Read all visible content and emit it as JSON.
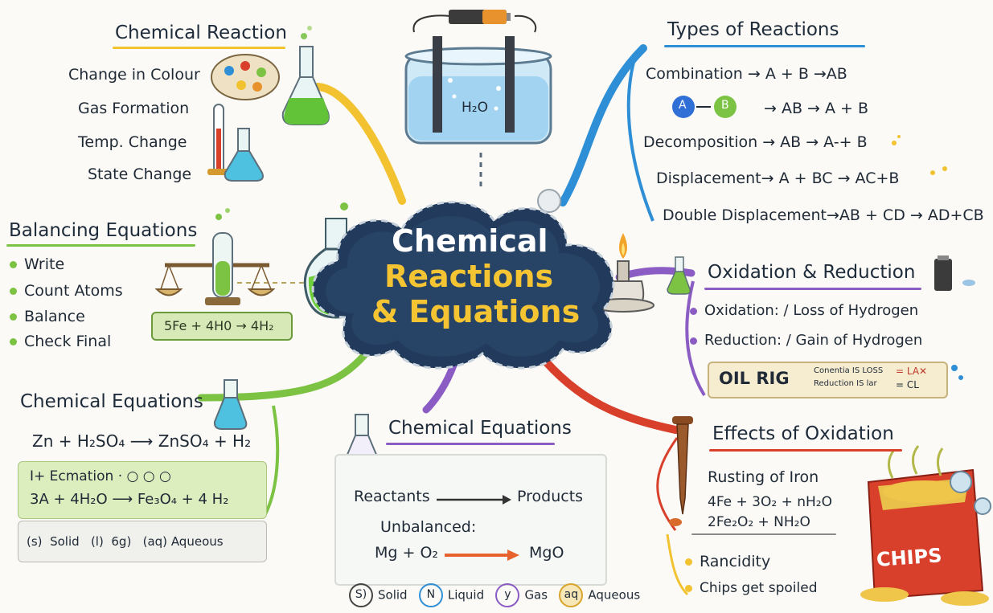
{
  "center": {
    "title_line1": "Chemical",
    "title_line2": "Reactions",
    "title_line3": "& Equations"
  },
  "beaker_label": "H₂O",
  "chemical_reaction": {
    "heading": "Chemical Reaction",
    "items": [
      "Change in Colour",
      "Gas Formation",
      "Temp. Change",
      "State Change"
    ]
  },
  "balancing": {
    "heading": "Balancing Equations",
    "items": [
      "Write",
      "Count Atoms",
      "Balance",
      "Check Final"
    ],
    "board_text": "5Fe + 4H0 → 4H₂"
  },
  "chem_equations_left": {
    "heading": "Chemical Equations",
    "equation": "Zn + H₂SO₄ ⟶ ZnSO₄ + H₂",
    "panel_line1": "I+ Ecmation · ○ ○ ○",
    "panel_line2": "3A + 4H₂O ⟶ Fe₃O₄ + 4 H₂",
    "states": [
      "(s)",
      "Solid",
      "(l)",
      "6g)",
      "(aq)",
      "Aqueous"
    ]
  },
  "chem_equations_center": {
    "heading": "Chemical Equations",
    "reactants": "Reactants",
    "products": "Products",
    "unbalanced_label": "Unbalanced:",
    "unbalanced_left": "Mg + O₂",
    "unbalanced_right": "MgO",
    "legend": [
      {
        "symbol": "S)",
        "label": "Solid"
      },
      {
        "symbol": "N",
        "label": "Liquid"
      },
      {
        "symbol": "y",
        "label": "Gas"
      },
      {
        "symbol": "aq",
        "label": "Aqueous"
      }
    ]
  },
  "types": {
    "heading": "Types of Reactions",
    "combination": "Combination → A + B →AB",
    "combo_a": "A",
    "combo_b": "B",
    "combo_eq": "→ AB → A + B",
    "decomposition": "Decomposition → AB → A-+ B",
    "displacement": "Displacement→ A + BC → AC+B",
    "double": "Double Displacement→AB + CD → AD+CB"
  },
  "oxidation": {
    "heading": "Oxidation & Reduction",
    "item1": "Oxidation: / Loss of Hydrogen",
    "item2": "Reduction: / Gain of Hydrogen",
    "oilrig": "OIL RIG",
    "note1": "Conentia IS LOSS",
    "note2": "Reduction IS lar",
    "note1_right": "= LA✕",
    "note2_right": "= CL"
  },
  "effects": {
    "heading": "Effects of Oxidation",
    "item1": "Rusting of Iron",
    "eq1": "4Fe + 3O₂ + nH₂O",
    "eq2": "2Fe₂O₂ + NH₂O",
    "item2": "Rancidity",
    "item3": "Chips get spoiled",
    "chips_label": "CHIPS"
  },
  "colors": {
    "yellow": "#f2c230",
    "blue": "#2f8fd6",
    "green": "#7cc243",
    "purple": "#8a5cc4",
    "red": "#d8402c",
    "navy": "#223b5c"
  }
}
